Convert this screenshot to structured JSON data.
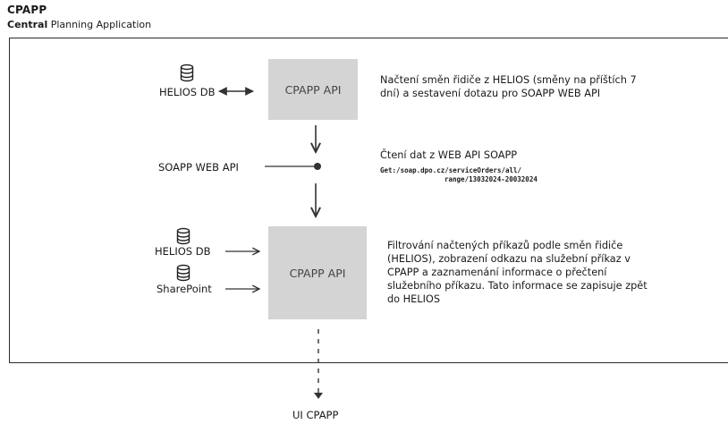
{
  "header": {
    "title": "CPAPP",
    "subtitle_bold": "Central",
    "subtitle_rest": " Planning Application"
  },
  "diagram": {
    "step1": {
      "source_label": "HELIOS DB",
      "api_label": "CPAPP API",
      "description_line1": "Načtení směn řidiče z HELIOS (směny na příštích 7",
      "description_line2": "dní) a sestavení dotazu pro SOAPP WEB API"
    },
    "step2": {
      "source_label": "SOAPP WEB API",
      "description": "Čtení dat z WEB API SOAPP",
      "request_line1": "Get:/soap.dpo.cz/serviceOrders/all/",
      "request_line2": "range/13032024-20032024"
    },
    "step3": {
      "source1_label": "HELIOS DB",
      "source2_label": "SharePoint",
      "api_label": "CPAPP API",
      "description_lines": [
        "Filtrování načtených příkazů podle směn řidiče",
        "(HELIOS), zobrazení odkazu na služební příkaz v",
        "CPAPP a zaznamenání informace o přečtení",
        "služebního příkazu. Tato informace se zapisuje zpět",
        "do HELIOS"
      ]
    },
    "output_label": "UI CPAPP"
  }
}
